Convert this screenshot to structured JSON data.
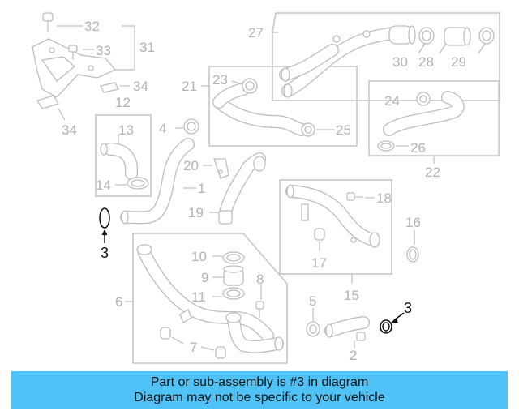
{
  "callouts": {
    "c1": "1",
    "c2": "2",
    "c3": "3",
    "c4": "4",
    "c5": "5",
    "c6": "6",
    "c7": "7",
    "c8": "8",
    "c9": "9",
    "c10": "10",
    "c11": "11",
    "c12": "12",
    "c13": "13",
    "c14": "14",
    "c15": "15",
    "c16": "16",
    "c17": "17",
    "c18": "18",
    "c19": "19",
    "c20": "20",
    "c21": "21",
    "c22": "22",
    "c23": "23",
    "c24": "24",
    "c25": "25",
    "c26": "26",
    "c27": "27",
    "c28": "28",
    "c29": "29",
    "c30": "30",
    "c31": "31",
    "c32": "32",
    "c33": "33",
    "c34": "34"
  },
  "highlight_part": "3",
  "banner": {
    "line1": "Part or sub-assembly is #3 in diagram",
    "line2": "Diagram may not be specific to your vehicle"
  },
  "colors": {
    "banner_bg": "#4fc3f7",
    "faded_part": "#bdbdbd",
    "highlight": "#111111"
  }
}
